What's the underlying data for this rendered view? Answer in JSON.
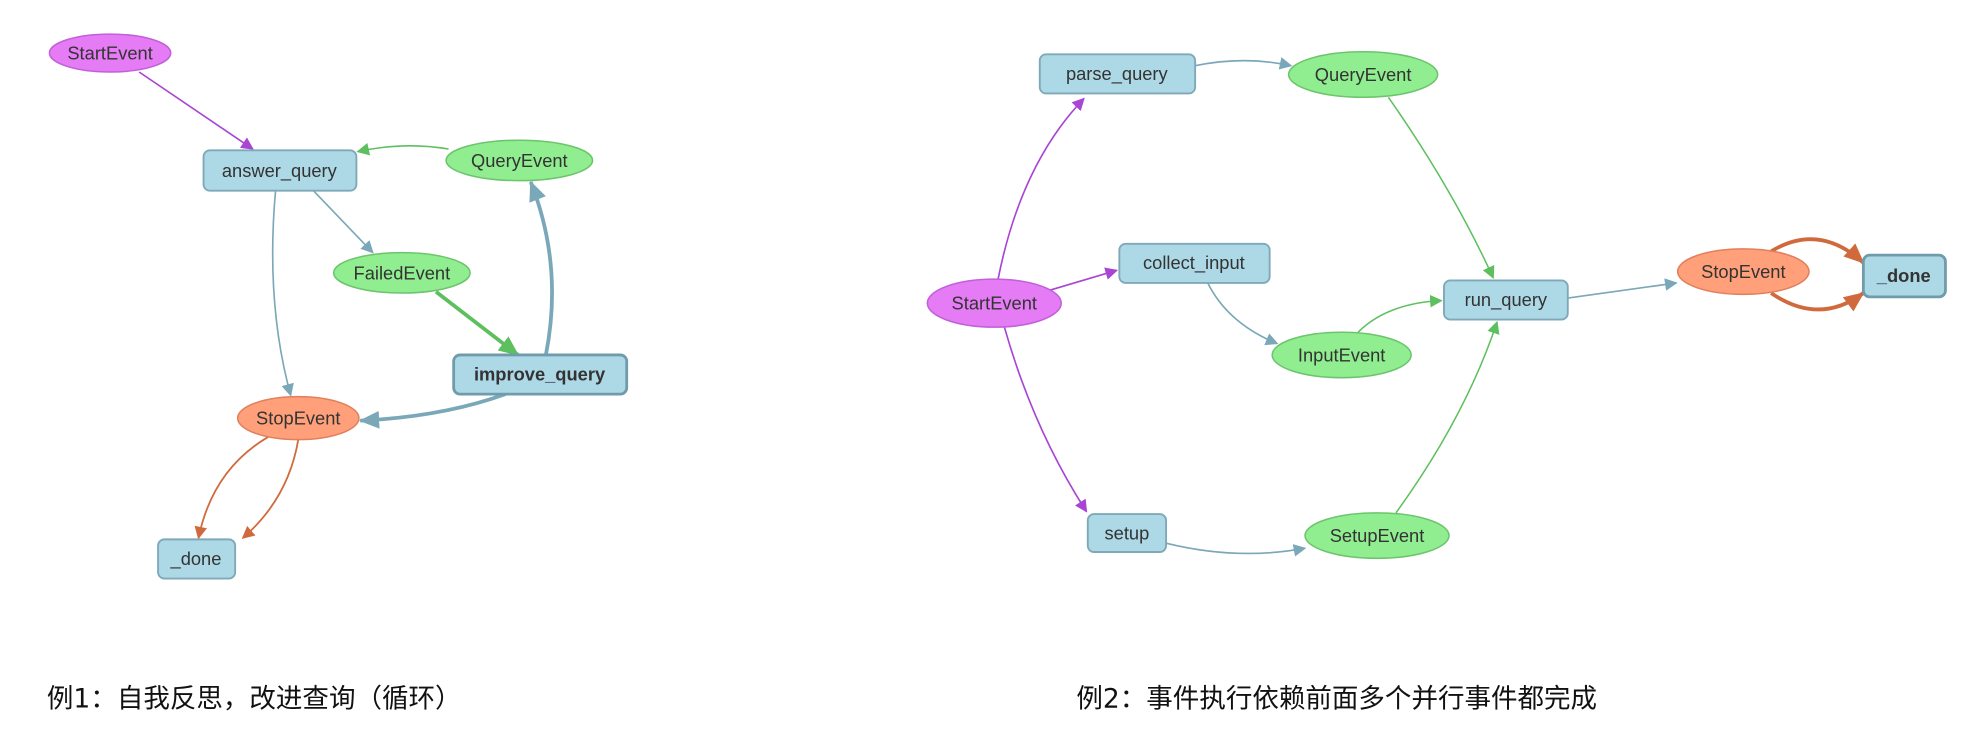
{
  "example1": {
    "caption": "例1：自我反思，改进查询（循环）",
    "nodes": {
      "start_event": "StartEvent",
      "answer_query": "answer_query",
      "query_event": "QueryEvent",
      "failed_event": "FailedEvent",
      "improve_query": "improve_query",
      "stop_event": "StopEvent",
      "done": "_done"
    }
  },
  "example2": {
    "caption": "例2：事件执行依赖前面多个并行事件都完成",
    "nodes": {
      "start_event": "StartEvent",
      "parse_query": "parse_query",
      "query_event": "QueryEvent",
      "collect_input": "collect_input",
      "input_event": "InputEvent",
      "run_query": "run_query",
      "setup": "setup",
      "setup_event": "SetupEvent",
      "stop_event": "StopEvent",
      "done": "_done"
    }
  },
  "colors": {
    "step": "#add8e6",
    "start_event": "#e57cf5",
    "event": "#90ee90",
    "stop_event": "#ffa07a"
  }
}
